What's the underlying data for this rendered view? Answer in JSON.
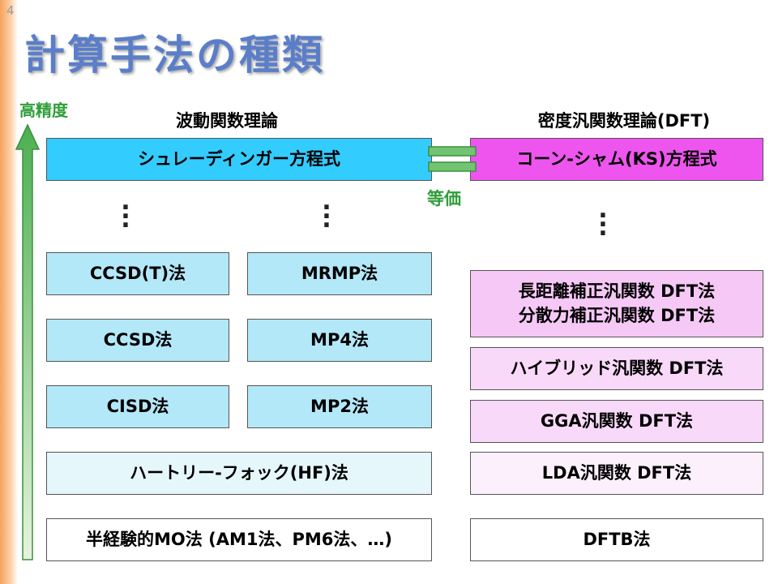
{
  "slide": {
    "page_number": "4",
    "title": "計算手法の種類",
    "accuracy_label": "高精度",
    "equivalence_label": "等価"
  },
  "wavefunction": {
    "heading": "波動関数理論",
    "main_equation": "シュレーディンガー方程式",
    "left_column": [
      "CCSD(T)法",
      "CCSD法",
      "CISD法"
    ],
    "right_column": [
      "MRMP法",
      "MP4法",
      "MP2法"
    ],
    "hartree_fock": "ハートリー-フォック(HF)法",
    "semi_empirical": "半経験的MO法 (AM1法、PM6法、…)"
  },
  "dft": {
    "heading": "密度汎関数理論(DFT)",
    "main_equation": "コーン-シャム(KS)方程式",
    "range_corrected": "長距離補正汎関数 DFT法",
    "dispersion_corrected": "分散力補正汎関数 DFT法",
    "hybrid": "ハイブリッド汎関数 DFT法",
    "gga": "GGA汎関数 DFT法",
    "lda": "LDA汎関数 DFT法",
    "dftb": "DFTB法"
  },
  "colors": {
    "wave_main": "#33ccff",
    "wave_box": "#b3e8f8",
    "hf_box": "#e6f7fc",
    "dft_main": "#ee55ee",
    "dft_box_high": "#f6c8f6",
    "dft_box_mid": "#f9d9f9",
    "dft_box_low": "#fdf0fd",
    "accent_green": "#2f9e3a",
    "title_blue": "#5b7ec9"
  }
}
